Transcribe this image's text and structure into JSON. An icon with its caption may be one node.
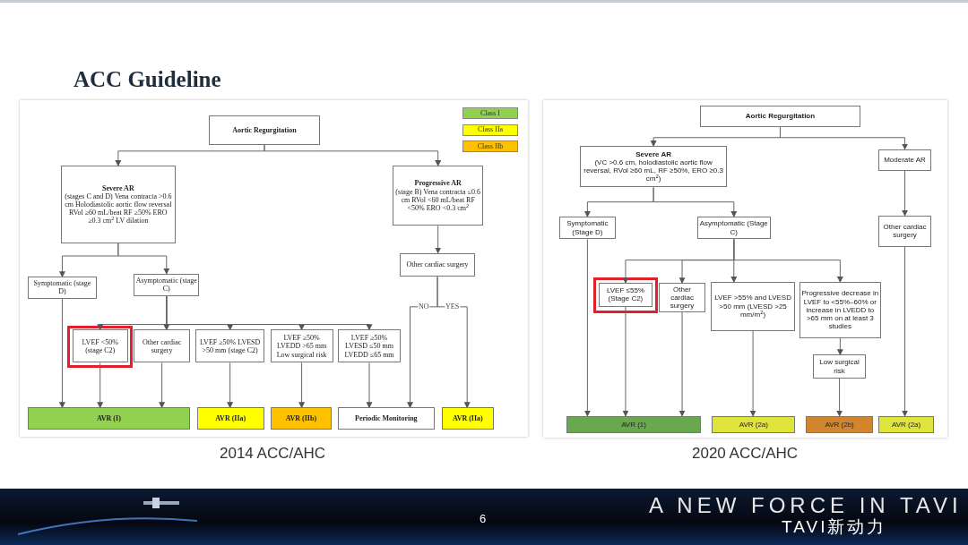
{
  "diagram": {
    "title": "ACC Guideline",
    "nodes": [
      {
        "text": [
          "Aortic Regurgitation"
        ]
      },
      {
        "text": [
          "Severe AR",
          "(stages C and D) Vena contracta >0.6 cm Holodiastolic aortic flow reversal RVol ≥60 mL/beat RF ≥50% ERO ≥0.3 cm$^{2}$ LV dilation"
        ]
      },
      {
        "text": [
          "Progressive AR",
          "(stage B) Vena contracta ≤0.6 cm RVol <60 mL/beat RF <50% ERO <0.3 cm$^{2}$"
        ]
      },
      {
        "text": [
          "Symptomatic (stage D)"
        ]
      },
      {
        "text": [
          "Asymptomatic (stage C)"
        ]
      },
      {
        "text": [
          "Other cardiac surgery"
        ]
      },
      {
        "text": [
          "LVEF <50% (stage C2)"
        ]
      },
      {
        "text": [
          "Other cardiac surgery"
        ]
      },
      {
        "text": [
          "LVEF ≥50% LVESD >50 mm (stage C2)"
        ]
      },
      {
        "text": [
          "LVEF ≥50% LVEDD >65 mm Low surgical risk"
        ]
      },
      {
        "text": [
          "LVEF ≥50% LVESD ≤50 mm LVEDD ≤65 mm"
        ]
      },
      {
        "text": [
          "AVR (I)"
        ]
      },
      {
        "text": [
          "AVR (IIa)"
        ]
      },
      {
        "text": [
          "AVR (IIb)"
        ]
      },
      {
        "text": [
          "Periodic Monitoring"
        ]
      },
      {
        "text": [
          "AVR (IIa)"
        ]
      },
      {
        "text": [
          "Aortic Regurgitation"
        ]
      },
      {
        "text": [
          "Severe AR",
          "(VC >0.6 cm, holodiastolic aortic flow reversal, RVol ≥60 mL, RF ≥50%, ERO ≥0.3 cm$^{2}$)"
        ]
      },
      {
        "text": [
          "Moderate AR"
        ]
      },
      {
        "text": [
          "Symptomatic (Stage D)"
        ]
      },
      {
        "text": [
          "Asymptomatic (Stage C)"
        ]
      },
      {
        "text": [
          "Other cardiac surgery"
        ]
      },
      {
        "text": [
          "LVEF ≤55% (Stage C2)"
        ]
      },
      {
        "text": [
          "Other cardiac surgery"
        ]
      },
      {
        "text": [
          "LVEF >55% and LVESD >50 mm (LVESD >25 mm/m$^{2}$)"
        ]
      },
      {
        "text": [
          "Progressive decrease in LVEF to <55%–60% or increase in LVEDD to >65 mm on at least 3 studies"
        ]
      },
      {
        "text": [
          "Low surgical risk"
        ]
      },
      {
        "text": [
          "AVR (1)"
        ]
      },
      {
        "text": [
          "AVR (2a)"
        ]
      },
      {
        "text": [
          "AVR (2b)"
        ]
      },
      {
        "text": [
          "AVR (2a)"
        ]
      }
    ],
    "edges": [
      {
        "from": 0,
        "to": 1,
        "arrow": "to"
      },
      {
        "from": 0,
        "to": 2,
        "arrow": "to"
      },
      {
        "from": 1,
        "to": 3,
        "arrow": "to"
      },
      {
        "from": 1,
        "to": 4,
        "arrow": "to"
      },
      {
        "from": 4,
        "to": 6,
        "arrow": "to"
      },
      {
        "from": 4,
        "to": 7,
        "arrow": "to"
      },
      {
        "from": 4,
        "to": 8,
        "arrow": "to"
      },
      {
        "from": 4,
        "to": 9,
        "arrow": "to"
      },
      {
        "from": 4,
        "to": 10,
        "arrow": "to"
      },
      {
        "from": 3,
        "to": 11,
        "arrow": "to"
      },
      {
        "from": 6,
        "to": 11,
        "arrow": "to"
      },
      {
        "from": 7,
        "to": 11,
        "arrow": "to"
      },
      {
        "from": 8,
        "to": 12,
        "arrow": "to"
      },
      {
        "from": 9,
        "to": 13,
        "arrow": "to"
      },
      {
        "from": 10,
        "to": 14,
        "arrow": "to"
      },
      {
        "from": 2,
        "to": 5,
        "arrow": "to"
      },
      {
        "from": 5,
        "to": 14,
        "arrow": "to",
        "label": "NO"
      },
      {
        "from": 5,
        "to": 15,
        "arrow": "to",
        "label": "YES"
      },
      {
        "from": 16,
        "to": 17,
        "arrow": "to"
      },
      {
        "from": 16,
        "to": 18,
        "arrow": "to"
      },
      {
        "from": 17,
        "to": 19,
        "arrow": "to"
      },
      {
        "from": 17,
        "to": 20,
        "arrow": "to"
      },
      {
        "from": 20,
        "to": 22,
        "arrow": "to"
      },
      {
        "from": 20,
        "to": 23,
        "arrow": "to"
      },
      {
        "from": 20,
        "to": 24,
        "arrow": "to"
      },
      {
        "from": 20,
        "to": 25,
        "arrow": "to"
      },
      {
        "from": 19,
        "to": 27,
        "arrow": "to"
      },
      {
        "from": 22,
        "to": 27,
        "arrow": "to"
      },
      {
        "from": 23,
        "to": 27,
        "arrow": "to"
      },
      {
        "from": 24,
        "to": 28,
        "arrow": "to"
      },
      {
        "from": 25,
        "to": 26,
        "arrow": "to"
      },
      {
        "from": 26,
        "to": 29,
        "arrow": "to"
      },
      {
        "from": 18,
        "to": 21,
        "arrow": "to"
      },
      {
        "from": 21,
        "to": 30,
        "arrow": "to"
      }
    ],
    "labels": [
      "2014 ACC/AHC",
      "2020 ACC/AHC",
      "6",
      "A NEW FORCE IN TAVI",
      "TAVI新动力"
    ],
    "legend": [
      {
        "text": "Class I",
        "color": "#92d050"
      },
      {
        "text": "Class IIa",
        "color": "#ffff00"
      },
      {
        "text": "Class IIb",
        "color": "#ffc000"
      }
    ]
  }
}
